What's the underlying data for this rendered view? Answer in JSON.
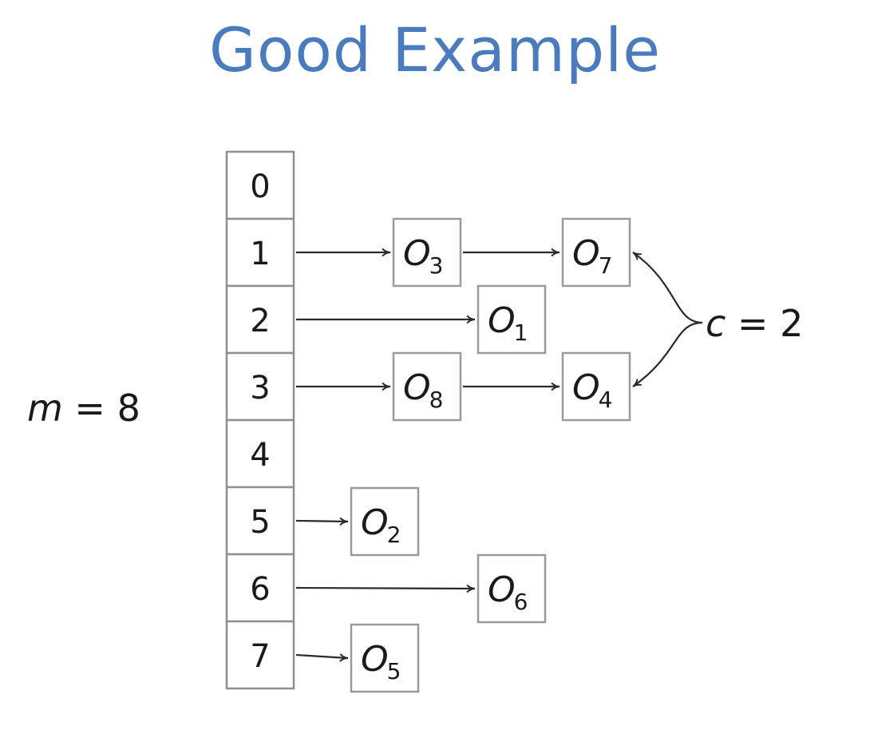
{
  "title": "Good Example",
  "title_color": "#4a7bbd",
  "table": {
    "cells": [
      "0",
      "1",
      "2",
      "3",
      "4",
      "5",
      "6",
      "7"
    ]
  },
  "nodes": [
    {
      "id": "O3",
      "letter": "O",
      "sub": "3"
    },
    {
      "id": "O7",
      "letter": "O",
      "sub": "7"
    },
    {
      "id": "O1",
      "letter": "O",
      "sub": "1"
    },
    {
      "id": "O8",
      "letter": "O",
      "sub": "8"
    },
    {
      "id": "O4",
      "letter": "O",
      "sub": "4"
    },
    {
      "id": "O2",
      "letter": "O",
      "sub": "2"
    },
    {
      "id": "O6",
      "letter": "O",
      "sub": "6"
    },
    {
      "id": "O5",
      "letter": "O",
      "sub": "5"
    }
  ],
  "links": [
    {
      "from": "cell-1",
      "to": "O3"
    },
    {
      "from": "O3",
      "to": "O7"
    },
    {
      "from": "cell-2",
      "to": "O1"
    },
    {
      "from": "cell-3",
      "to": "O8"
    },
    {
      "from": "O8",
      "to": "O4"
    },
    {
      "from": "cell-5",
      "to": "O2"
    },
    {
      "from": "cell-6",
      "to": "O6"
    },
    {
      "from": "cell-7",
      "to": "O5"
    },
    {
      "from": "c-label",
      "to": "O7"
    },
    {
      "from": "c-label",
      "to": "O4"
    }
  ],
  "m_label": {
    "var": "m",
    "rest": " = 8"
  },
  "c_label": {
    "var": "c",
    "rest": " = 2"
  }
}
